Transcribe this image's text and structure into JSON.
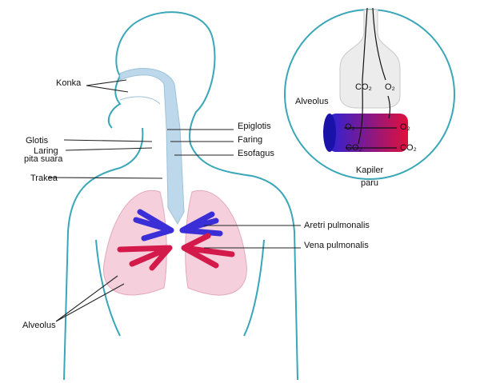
{
  "labels": {
    "konka": "Konka",
    "glotis": "Glotis",
    "laring": "Laring",
    "pita_suara": "pita suara",
    "trakea": "Trakea",
    "epiglotis": "Epiglotis",
    "faring": "Faring",
    "esofagus": "Esofagus",
    "arteri": "Aretri pulmonalis",
    "vena": "Vena pulmonalis",
    "alveolus": "Alveolus"
  },
  "inset": {
    "co2_top": "CO₂",
    "o2_top": "O₂",
    "alveolus": "Alveolus",
    "o2_left": "O₂",
    "o2_right": "O₂",
    "co2_left": "CO₂",
    "co2_right": "CO₂",
    "kapiler": "Kapiler",
    "paru": "paru"
  },
  "colors": {
    "outline": "#3aa7b8",
    "airway": "#bcd8ea",
    "lung": "#f6cfdc",
    "artery": "#3a2fd6",
    "vein": "#d41a4a"
  }
}
